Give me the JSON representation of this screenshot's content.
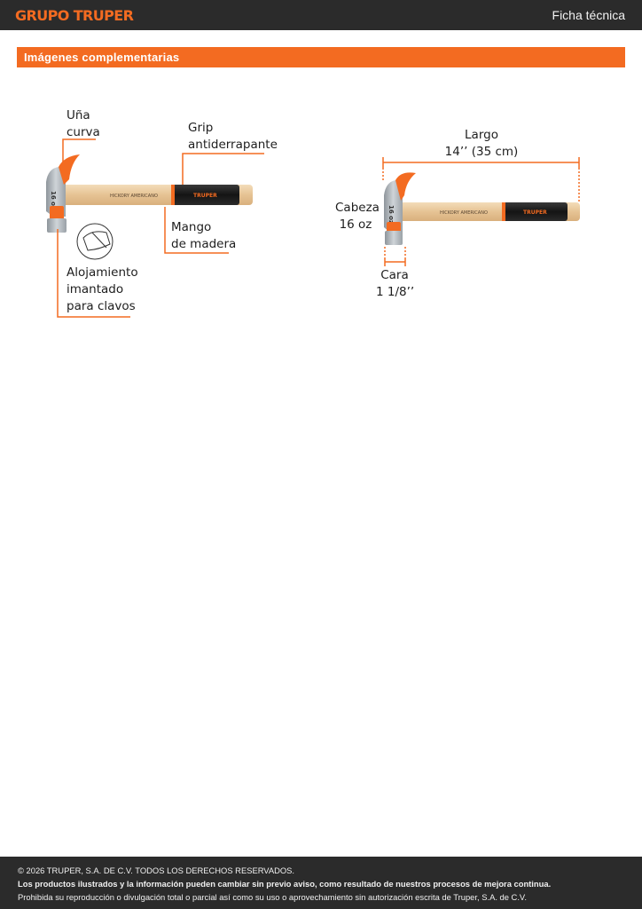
{
  "header": {
    "brand": "GRUPO TRUPER",
    "doc_type": "Ficha técnica"
  },
  "section": {
    "title": "Imágenes complementarias"
  },
  "figure_left": {
    "handle_print": "HICKORY AMERICANO",
    "grip_print": "TRUPER",
    "head_print": "16 oz",
    "callouts": {
      "una_line1": "Uña",
      "una_line2": "curva",
      "grip_line1": "Grip",
      "grip_line2": "antiderrapante",
      "mango_line1": "Mango",
      "mango_line2": "de madera",
      "aloj_line1": "Alojamiento",
      "aloj_line2": "imantado",
      "aloj_line3": "para clavos"
    }
  },
  "figure_right": {
    "handle_print": "HICKORY AMERICANO",
    "grip_print": "TRUPER",
    "head_print": "16 oz",
    "callouts": {
      "largo_line1": "Largo",
      "largo_line2": "14’’ (35 cm)",
      "cabeza_line1": "Cabeza",
      "cabeza_line2": "16 oz",
      "cara_line1": "Cara",
      "cara_line2": "1 1/8’’"
    }
  },
  "footer": {
    "copyright": "© 2026 TRUPER, S.A. DE C.V. TODOS LOS DERECHOS RESERVADOS.",
    "notice": "Los productos ilustrados y la información pueden cambiar sin previo aviso, como resultado de nuestros procesos de mejora continua.",
    "legal": "Prohibida su reproducción o divulgación total o parcial así como su uso o aprovechamiento sin autorización escrita de Truper, S.A. de C.V."
  },
  "colors": {
    "accent": "#f36b21",
    "bar": "#2b2b2b",
    "wood": "#e8c99f",
    "grip": "#1c1c1c",
    "steel": "#a8aeb3"
  }
}
